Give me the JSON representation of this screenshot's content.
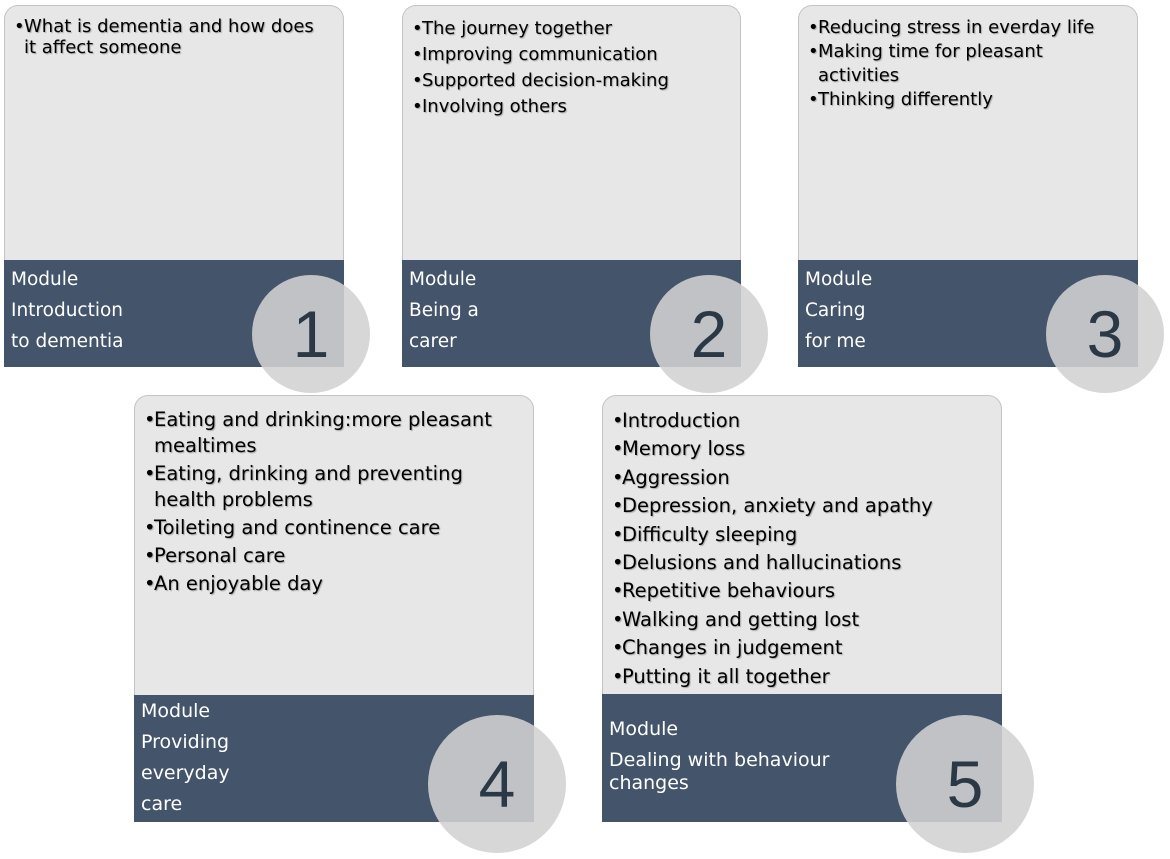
{
  "modules": [
    {
      "number": "1",
      "label_lines": [
        "Module",
        "Introduction",
        "to dementia"
      ],
      "topics": [
        "What is dementia and how does it affect someone"
      ]
    },
    {
      "number": "2",
      "label_lines": [
        "Module",
        "Being a",
        "carer"
      ],
      "topics": [
        "The journey together",
        "Improving communication",
        "Supported decision-making",
        "Involving others"
      ]
    },
    {
      "number": "3",
      "label_lines": [
        "Module",
        "Caring",
        "for me"
      ],
      "topics": [
        "Reducing stress in everday life",
        "Making time for pleasant activities",
        "Thinking differently"
      ]
    },
    {
      "number": "4",
      "label_lines": [
        "Module",
        "Providing",
        "everyday",
        "care"
      ],
      "topics": [
        "Eating and drinking:more pleasant mealtimes",
        "Eating, drinking and preventing health problems",
        "Toileting and continence care",
        "Personal care",
        "An enjoyable day"
      ]
    },
    {
      "number": "5",
      "label_lines": [
        "Module",
        "Dealing with behaviour",
        "changes"
      ],
      "topics": [
        "Introduction",
        "Memory loss",
        "Aggression",
        "Depression, anxiety and apathy",
        "Difficulty sleeping",
        "Delusions and hallucinations",
        "Repetitive behaviours",
        "Walking and getting lost",
        "Changes in judgement",
        "Putting it all together"
      ]
    }
  ],
  "colors": {
    "card_top": "#e7e7e7",
    "card_bottom": "#44546a",
    "number_circle": "#d2d2d2",
    "number_text": "#2b3845"
  }
}
